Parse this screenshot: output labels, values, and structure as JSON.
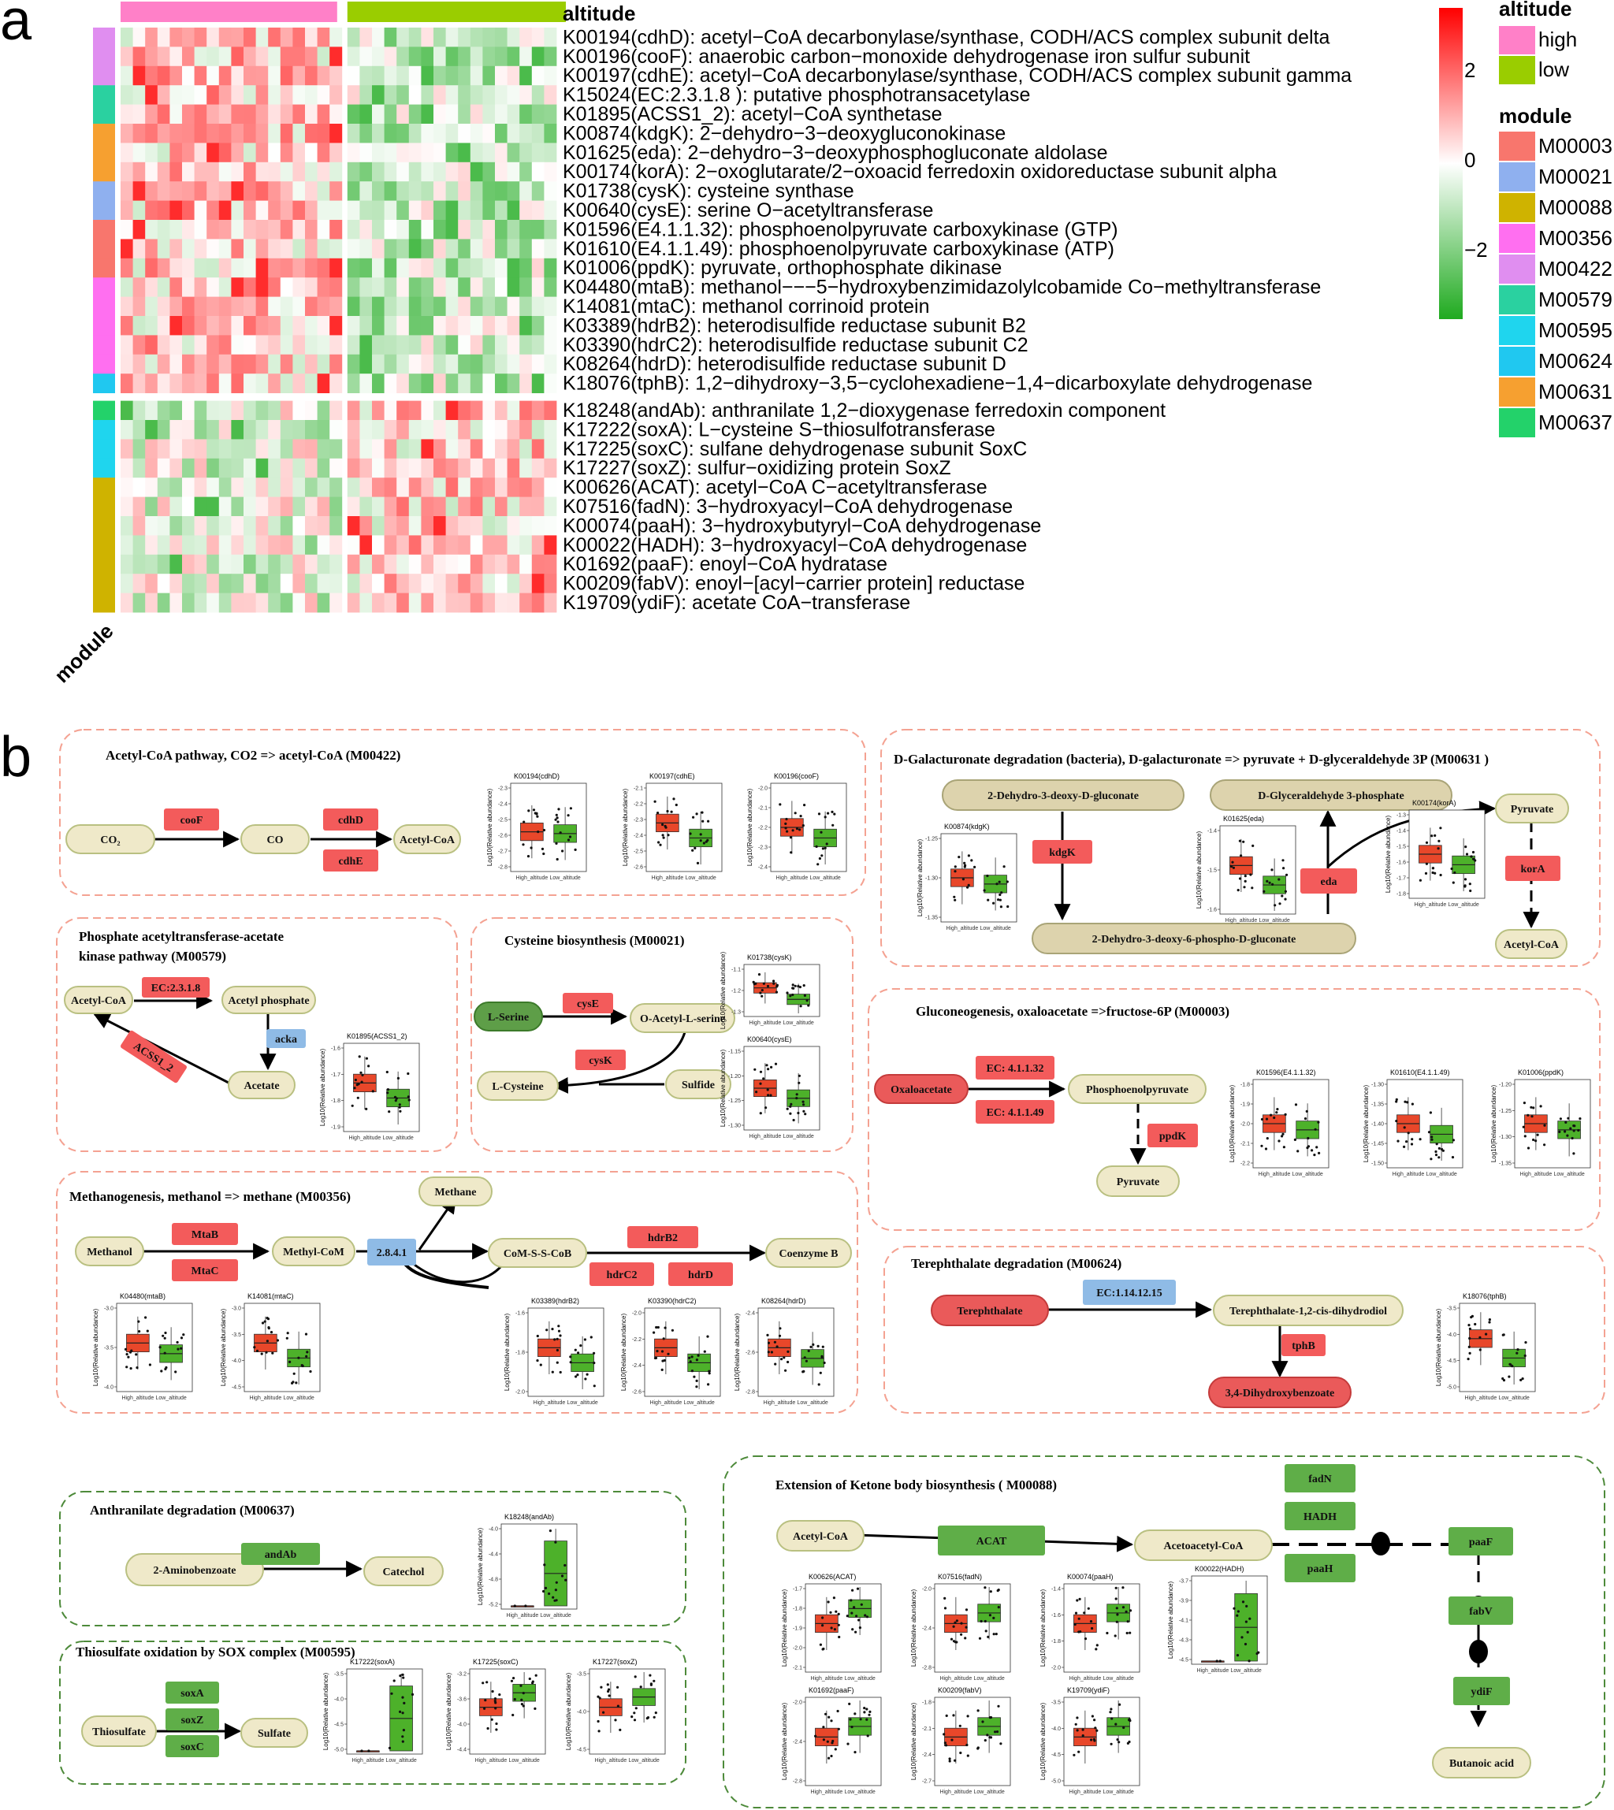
{
  "panel_a": {
    "letter": "a",
    "altitude_header": "altitude",
    "module_axis_label": "module",
    "legend": {
      "altitude_title": "altitude",
      "altitude_items": [
        {
          "label": "high",
          "color": "#ff80c8"
        },
        {
          "label": "low",
          "color": "#9acd00"
        }
      ],
      "module_title": "module",
      "module_items": [
        {
          "label": "M00003",
          "color": "#f8766d"
        },
        {
          "label": "M00021",
          "color": "#8fb0ef"
        },
        {
          "label": "M00088",
          "color": "#cfb300"
        },
        {
          "label": "M00356",
          "color": "#ff6ff0"
        },
        {
          "label": "M00422",
          "color": "#e08ef0"
        },
        {
          "label": "M00579",
          "color": "#2ad1a0"
        },
        {
          "label": "M00595",
          "color": "#1fd5ee"
        },
        {
          "label": "M00624",
          "color": "#20c8f0"
        },
        {
          "label": "M00631",
          "color": "#f6a030"
        },
        {
          "label": "M00637",
          "color": "#23d26a"
        }
      ],
      "scale_ticks": [
        "2",
        "0",
        "−2"
      ],
      "scale_colors": {
        "high": "#ff0000",
        "mid": "#ffffff",
        "low": "#22aa22"
      }
    },
    "rows": [
      {
        "label": "K00194(cdhD): acetyl−CoA decarbonylase/synthase, CODH/ACS complex subunit delta",
        "module": "M00422"
      },
      {
        "label": "K00196(cooF): anaerobic carbon−monoxide dehydrogenase iron sulfur subunit",
        "module": "M00422"
      },
      {
        "label": "K00197(cdhE): acetyl−CoA decarbonylase/synthase, CODH/ACS complex subunit gamma",
        "module": "M00422"
      },
      {
        "label": "K15024(EC:2.3.1.8 ): putative phosphotransacetylase",
        "module": "M00579"
      },
      {
        "label": "K01895(ACSS1_2): acetyl−CoA synthetase",
        "module": "M00579"
      },
      {
        "label": "K00874(kdgK): 2−dehydro−3−deoxygluconokinase",
        "module": "M00631"
      },
      {
        "label": "K01625(eda): 2−dehydro−3−deoxyphosphogluconate aldolase",
        "module": "M00631"
      },
      {
        "label": "K00174(korA): 2−oxoglutarate/2−oxoacid ferredoxin oxidoreductase subunit alpha",
        "module": "M00631"
      },
      {
        "label": "K01738(cysK): cysteine synthase",
        "module": "M00021"
      },
      {
        "label": "K00640(cysE): serine O−acetyltransferase",
        "module": "M00021"
      },
      {
        "label": "K01596(E4.1.1.32): phosphoenolpyruvate carboxykinase (GTP)",
        "module": "M00003"
      },
      {
        "label": "K01610(E4.1.1.49): phosphoenolpyruvate carboxykinase (ATP)",
        "module": "M00003"
      },
      {
        "label": "K01006(ppdK): pyruvate, orthophosphate dikinase",
        "module": "M00003"
      },
      {
        "label": "K04480(mtaB): methanol−−−5−hydroxybenzimidazolylcobamide Co−methyltransferase",
        "module": "M00356"
      },
      {
        "label": "K14081(mtaC): methanol corrinoid protein",
        "module": "M00356"
      },
      {
        "label": "K03389(hdrB2): heterodisulfide reductase subunit B2",
        "module": "M00356"
      },
      {
        "label": "K03390(hdrC2): heterodisulfide reductase subunit C2",
        "module": "M00356"
      },
      {
        "label": "K08264(hdrD): heterodisulfide reductase subunit D",
        "module": "M00356"
      },
      {
        "label": "K18076(tphB): 1,2−dihydroxy−3,5−cyclohexadiene−1,4−dicarboxylate dehydrogenase",
        "module": "M00624"
      },
      {
        "label": "K18248(andAb): anthranilate 1,2−dioxygenase ferredoxin component",
        "module": "M00637"
      },
      {
        "label": "K17222(soxA): L−cysteine S−thiosulfotransferase",
        "module": "M00595"
      },
      {
        "label": "K17225(soxC): sulfane dehydrogenase subunit SoxC",
        "module": "M00595"
      },
      {
        "label": "K17227(soxZ): sulfur−oxidizing protein SoxZ",
        "module": "M00595"
      },
      {
        "label": "K00626(ACAT): acetyl−CoA C−acetyltransferase",
        "module": "M00088"
      },
      {
        "label": "K07516(fadN): 3−hydroxyacyl−CoA dehydrogenase",
        "module": "M00088"
      },
      {
        "label": "K00074(paaH): 3−hydroxybutyryl−CoA dehydrogenase",
        "module": "M00088"
      },
      {
        "label": "K00022(HADH): 3−hydroxyacyl−CoA dehydrogenase",
        "module": "M00088"
      },
      {
        "label": "K01692(paaF): enoyl−CoA hydratase",
        "module": "M00088"
      },
      {
        "label": "K00209(fabV): enoyl−[acyl−carrier protein] reductase",
        "module": "M00088"
      },
      {
        "label": "K19709(ydiF): acetate CoA−transferase",
        "module": "M00088"
      }
    ]
  },
  "panel_b": {
    "letter": "b",
    "group_labels": [
      "High_altitude",
      "Low_altitude"
    ],
    "y_axis_label": "Log10(Relative abundance)",
    "colors": {
      "high": "#e8472a",
      "low": "#4db12a",
      "node_fill": "#efe9c9",
      "enzyme_red": "#f35b5b",
      "enzyme_blue": "#8fbbe6",
      "enzyme_green": "#5fae48",
      "border_red": "#f4a292",
      "border_green": "#4d8a3a"
    },
    "boxes": {
      "m00422": "Acetyl-CoA pathway, CO2 => acetyl-CoA (M00422)",
      "m00631": "D-Galacturonate degradation (bacteria), D-galacturonate => pyruvate + D-glyceraldehyde 3P (M00631 )",
      "m00579_l1": "Phosphate acetyltransferase-acetate",
      "m00579_l2": "kinase pathway (M00579)",
      "m00021": "Cysteine biosynthesis (M00021)",
      "m00003": "Gluconeogenesis, oxaloacetate =>fructose-6P (M00003)",
      "m00356": "Methanogenesis, methanol => methane (M00356)",
      "m00624": "Terephthalate degradation (M00624)",
      "m00637": "Anthranilate degradation (M00637)",
      "m00595": "Thiosulfate oxidation by SOX complex (M00595)",
      "m00088": "Extension of Ketone body biosynthesis ( M00088)"
    },
    "nodes": {
      "co2": "CO₂",
      "co": "CO",
      "acetylcoa1": "Acetyl-CoA",
      "kdg": "2-Dehydro-3-deoxy-D-gluconate",
      "g3p": "D-Glyceraldehyde 3-phosphate",
      "pyruvate1": "Pyruvate",
      "kdpg": "2-Dehydro-3-deoxy-6-phospho-D-gluconate",
      "acetylcoa2": "Acetyl-CoA",
      "acetylcoa3": "Acetyl-CoA",
      "acetylp": "Acetyl phosphate",
      "acetate": "Acetate",
      "serine": "L-Serine",
      "oacser": "O-Acetyl-L-serine",
      "cysteine": "L-Cysteine",
      "sulfide": "Sulfide",
      "oxaloacetate": "Oxaloacetate",
      "pep": "Phosphoenolpyruvate",
      "pyruvate2": "Pyruvate",
      "methanol": "Methanol",
      "methylcom": "Methyl-CoM",
      "methane": "Methane",
      "comsscob": "CoM-S-S-CoB",
      "coenzymeb": "Coenzyme B",
      "terephthalate": "Terephthalate",
      "tdiol": "Terephthalate-1,2-cis-dihydrodiol",
      "dhb": "3,4-Dihydroxybenzoate",
      "aminobenzoate": "2-Aminobenzoate",
      "catechol": "Catechol",
      "thiosulfate": "Thiosulfate",
      "sulfate": "Sulfate",
      "acetylcoa4": "Acetyl-CoA",
      "acetoacetylcoa": "Acetoacetyl-CoA",
      "butanoic": "Butanoic acid"
    },
    "enzymes": {
      "cooF": "cooF",
      "cdhD": "cdhD",
      "cdhE": "cdhE",
      "kdgK": "kdgK",
      "eda": "eda",
      "korA": "korA",
      "ec2318": "EC:2.3.1.8",
      "acka": "acka",
      "acss": "ACSS1_2",
      "cysE": "cysE",
      "cysK": "cysK",
      "ec41132": "EC: 4.1.1.32",
      "ec41149": "EC: 4.1.1.49",
      "ppdK": "ppdK",
      "mtaB": "MtaB",
      "mtaC": "MtaC",
      "ec2841": "2.8.4.1",
      "hdrB2": "hdrB2",
      "hdrC2": "hdrC2",
      "hdrD": "hdrD",
      "ec114": "EC:1.14.12.15",
      "tphB": "tphB",
      "andAb": "andAb",
      "soxA": "soxA",
      "soxZ": "soxZ",
      "soxC": "soxC",
      "acat": "ACAT",
      "fadN": "fadN",
      "hadh": "HADH",
      "paaH": "paaH",
      "paaF": "paaF",
      "fabV": "fabV",
      "ydiF": "ydiF"
    },
    "plots": [
      {
        "key": "p_cdhD",
        "title": "K00194(cdhD)",
        "ticks": [
          "-2.3",
          "-2.4",
          "-2.5",
          "-2.6",
          "-2.7",
          "-2.8"
        ]
      },
      {
        "key": "p_cdhE",
        "title": "K00197(cdhE)",
        "ticks": [
          "-2.1",
          "-2.2",
          "-2.3",
          "-2.4",
          "-2.5",
          "-2.6"
        ]
      },
      {
        "key": "p_cooF",
        "title": "K00196(cooF)",
        "ticks": [
          "-2.0",
          "-2.1",
          "-2.2",
          "-2.3",
          "-2.4"
        ]
      },
      {
        "key": "p_kdgK",
        "title": "K00874(kdgK)",
        "ticks": [
          "-1.25",
          "-1.30",
          "-1.35"
        ]
      },
      {
        "key": "p_eda",
        "title": "K01625(eda)",
        "ticks": [
          "-1.4",
          "-1.5",
          "-1.6"
        ]
      },
      {
        "key": "p_korA",
        "title": "K00174(korA)",
        "ticks": [
          "-1.3",
          "-1.4",
          "-1.5",
          "-1.6",
          "-1.7",
          "-1.8"
        ]
      },
      {
        "key": "p_acss",
        "title": "K01895(ACSS1_2)",
        "ticks": [
          "-1.6",
          "-1.7",
          "-1.8",
          "-1.9"
        ]
      },
      {
        "key": "p_cysK",
        "title": "K01738(cysK)",
        "ticks": [
          "-1.1",
          "-1.2",
          "-1.3"
        ]
      },
      {
        "key": "p_cysE",
        "title": "K00640(cysE)",
        "ticks": [
          "-1.15",
          "-1.20",
          "-1.25",
          "-1.30"
        ]
      },
      {
        "key": "p_e32",
        "title": "K01596(E4.1.1.32)",
        "ticks": [
          "-1.8",
          "-1.9",
          "-2.0",
          "-2.1",
          "-2.2"
        ]
      },
      {
        "key": "p_e49",
        "title": "K01610(E4.1.1.49)",
        "ticks": [
          "-1.30",
          "-1.35",
          "-1.40",
          "-1.45",
          "-1.50"
        ]
      },
      {
        "key": "p_ppdK",
        "title": "K01006(ppdK)",
        "ticks": [
          "-1.20",
          "-1.25",
          "-1.30",
          "-1.35"
        ]
      },
      {
        "key": "p_mtaB",
        "title": "K04480(mtaB)",
        "ticks": [
          "-3.0",
          "-3.5",
          "-4.0"
        ]
      },
      {
        "key": "p_mtaC",
        "title": "K14081(mtaC)",
        "ticks": [
          "-3.0",
          "-3.5",
          "-4.0",
          "-4.5"
        ]
      },
      {
        "key": "p_hdrB2",
        "title": "K03389(hdrB2)",
        "ticks": [
          "-1.6",
          "-1.8",
          "-2.0"
        ]
      },
      {
        "key": "p_hdrC2",
        "title": "K03390(hdrC2)",
        "ticks": [
          "-2.0",
          "-2.2",
          "-2.4",
          "-2.6"
        ]
      },
      {
        "key": "p_hdrD",
        "title": "K08264(hdrD)",
        "ticks": [
          "-2.4",
          "-2.6",
          "-2.8"
        ]
      },
      {
        "key": "p_tphB",
        "title": "K18076(tphB)",
        "ticks": [
          "-3.5",
          "-4.0",
          "-4.5",
          "-5.0"
        ]
      },
      {
        "key": "p_andAb",
        "title": "K18248(andAb)",
        "ticks": [
          "-4.0",
          "-4.4",
          "-4.8",
          "-5.2"
        ]
      },
      {
        "key": "p_soxA",
        "title": "K17222(soxA)",
        "ticks": [
          "-3.5",
          "-4.0",
          "-4.5",
          "-5.0"
        ]
      },
      {
        "key": "p_soxC",
        "title": "K17225(soxC)",
        "ticks": [
          "-3.2",
          "-3.6",
          "-4.0",
          "-4.4"
        ]
      },
      {
        "key": "p_soxZ",
        "title": "K17227(soxZ)",
        "ticks": [
          "-3.5",
          "-4.0",
          "-4.5"
        ]
      },
      {
        "key": "p_acat",
        "title": "K00626(ACAT)",
        "ticks": [
          "-1.7",
          "-1.8",
          "-1.9",
          "-2.0",
          "-2.1"
        ]
      },
      {
        "key": "p_fadN",
        "title": "K07516(fadN)",
        "ticks": [
          "-2.0",
          "-2.4",
          "-2.8"
        ]
      },
      {
        "key": "p_paaH",
        "title": "K00074(paaH)",
        "ticks": [
          "-1.4",
          "-1.6",
          "-1.8",
          "-2.0"
        ]
      },
      {
        "key": "p_hadh",
        "title": "K00022(HADH)",
        "ticks": [
          "-3.7",
          "-3.9",
          "-4.1",
          "-4.3",
          "-4.5"
        ]
      },
      {
        "key": "p_paaF",
        "title": "K01692(paaF)",
        "ticks": [
          "-2.0",
          "-2.4",
          "-2.8"
        ]
      },
      {
        "key": "p_fabV",
        "title": "K00209(fabV)",
        "ticks": [
          "-1.8",
          "-2.1",
          "-2.4",
          "-2.7"
        ]
      },
      {
        "key": "p_ydiF",
        "title": "K19709(ydiF)",
        "ticks": [
          "-3.5",
          "-4.0",
          "-4.5",
          "-5.0"
        ]
      }
    ]
  }
}
